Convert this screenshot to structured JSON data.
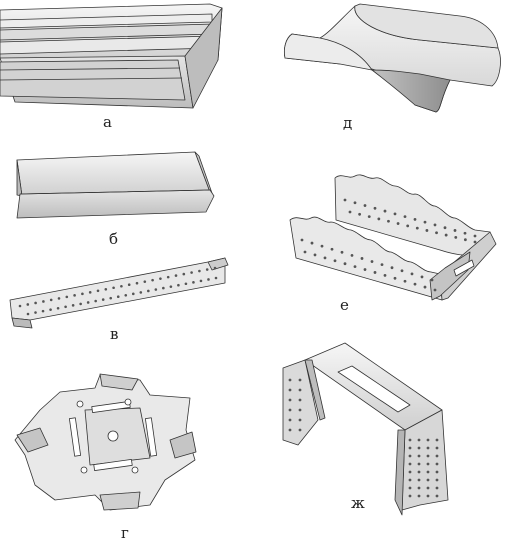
{
  "labels": {
    "a": "а",
    "b": "б",
    "v": "в",
    "g": "г",
    "d": "д",
    "e": "е",
    "zh": "ж"
  },
  "colors": {
    "stroke": "#333333",
    "metal_light": "#f1f1f1",
    "metal_mid": "#d9d9d9",
    "metal_dark": "#a9a9a9",
    "hole": "#555555"
  }
}
